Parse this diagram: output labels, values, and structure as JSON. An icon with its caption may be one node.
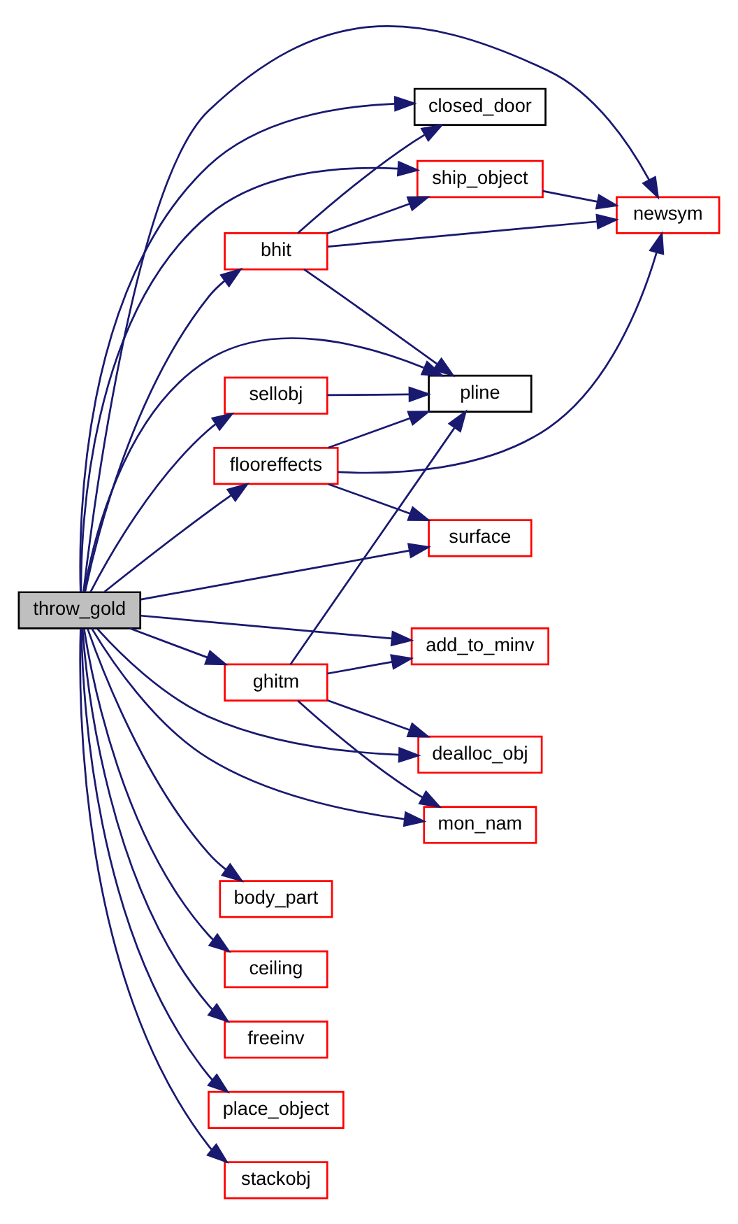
{
  "diagram": {
    "nodes": [
      {
        "text": [
          "throw_gold"
        ]
      },
      {
        "text": [
          "ship_object"
        ]
      },
      {
        "text": [
          "closed_door"
        ]
      },
      {
        "text": [
          "bhit"
        ]
      },
      {
        "text": [
          "newsym"
        ]
      },
      {
        "text": [
          "sellobj"
        ]
      },
      {
        "text": [
          "pline"
        ]
      },
      {
        "text": [
          "body_part"
        ]
      },
      {
        "text": [
          "ceiling"
        ]
      },
      {
        "text": [
          "flooreffects"
        ]
      },
      {
        "text": [
          "surface"
        ]
      },
      {
        "text": [
          "add_to_minv"
        ]
      },
      {
        "text": [
          "freeinv"
        ]
      },
      {
        "text": [
          "ghitm"
        ]
      },
      {
        "text": [
          "dealloc_obj"
        ]
      },
      {
        "text": [
          "place_object"
        ]
      },
      {
        "text": [
          "mon_nam"
        ]
      },
      {
        "text": [
          "stackobj"
        ]
      }
    ],
    "edges": [
      {
        "from": 0,
        "to": 1,
        "arrow": "to"
      },
      {
        "from": 0,
        "to": 2,
        "arrow": "to"
      },
      {
        "from": 0,
        "to": 3,
        "arrow": "to"
      },
      {
        "from": 0,
        "to": 4,
        "arrow": "to"
      },
      {
        "from": 0,
        "to": 5,
        "arrow": "to"
      },
      {
        "from": 0,
        "to": 6,
        "arrow": "to"
      },
      {
        "from": 0,
        "to": 7,
        "arrow": "to"
      },
      {
        "from": 0,
        "to": 8,
        "arrow": "to"
      },
      {
        "from": 0,
        "to": 9,
        "arrow": "to"
      },
      {
        "from": 0,
        "to": 10,
        "arrow": "to"
      },
      {
        "from": 0,
        "to": 11,
        "arrow": "to"
      },
      {
        "from": 0,
        "to": 12,
        "arrow": "to"
      },
      {
        "from": 0,
        "to": 13,
        "arrow": "to"
      },
      {
        "from": 0,
        "to": 14,
        "arrow": "to"
      },
      {
        "from": 0,
        "to": 15,
        "arrow": "to"
      },
      {
        "from": 0,
        "to": 16,
        "arrow": "to"
      },
      {
        "from": 0,
        "to": 17,
        "arrow": "to"
      },
      {
        "from": 3,
        "to": 1,
        "arrow": "to"
      },
      {
        "from": 3,
        "to": 2,
        "arrow": "to"
      },
      {
        "from": 3,
        "to": 4,
        "arrow": "to"
      },
      {
        "from": 3,
        "to": 6,
        "arrow": "to"
      },
      {
        "from": 1,
        "to": 4,
        "arrow": "to"
      },
      {
        "from": 5,
        "to": 6,
        "arrow": "to"
      },
      {
        "from": 9,
        "to": 6,
        "arrow": "to"
      },
      {
        "from": 9,
        "to": 4,
        "arrow": "to"
      },
      {
        "from": 9,
        "to": 10,
        "arrow": "to"
      },
      {
        "from": 13,
        "to": 6,
        "arrow": "to"
      },
      {
        "from": 13,
        "to": 11,
        "arrow": "to"
      },
      {
        "from": 13,
        "to": 14,
        "arrow": "to"
      },
      {
        "from": 13,
        "to": 16,
        "arrow": "to"
      }
    ]
  }
}
